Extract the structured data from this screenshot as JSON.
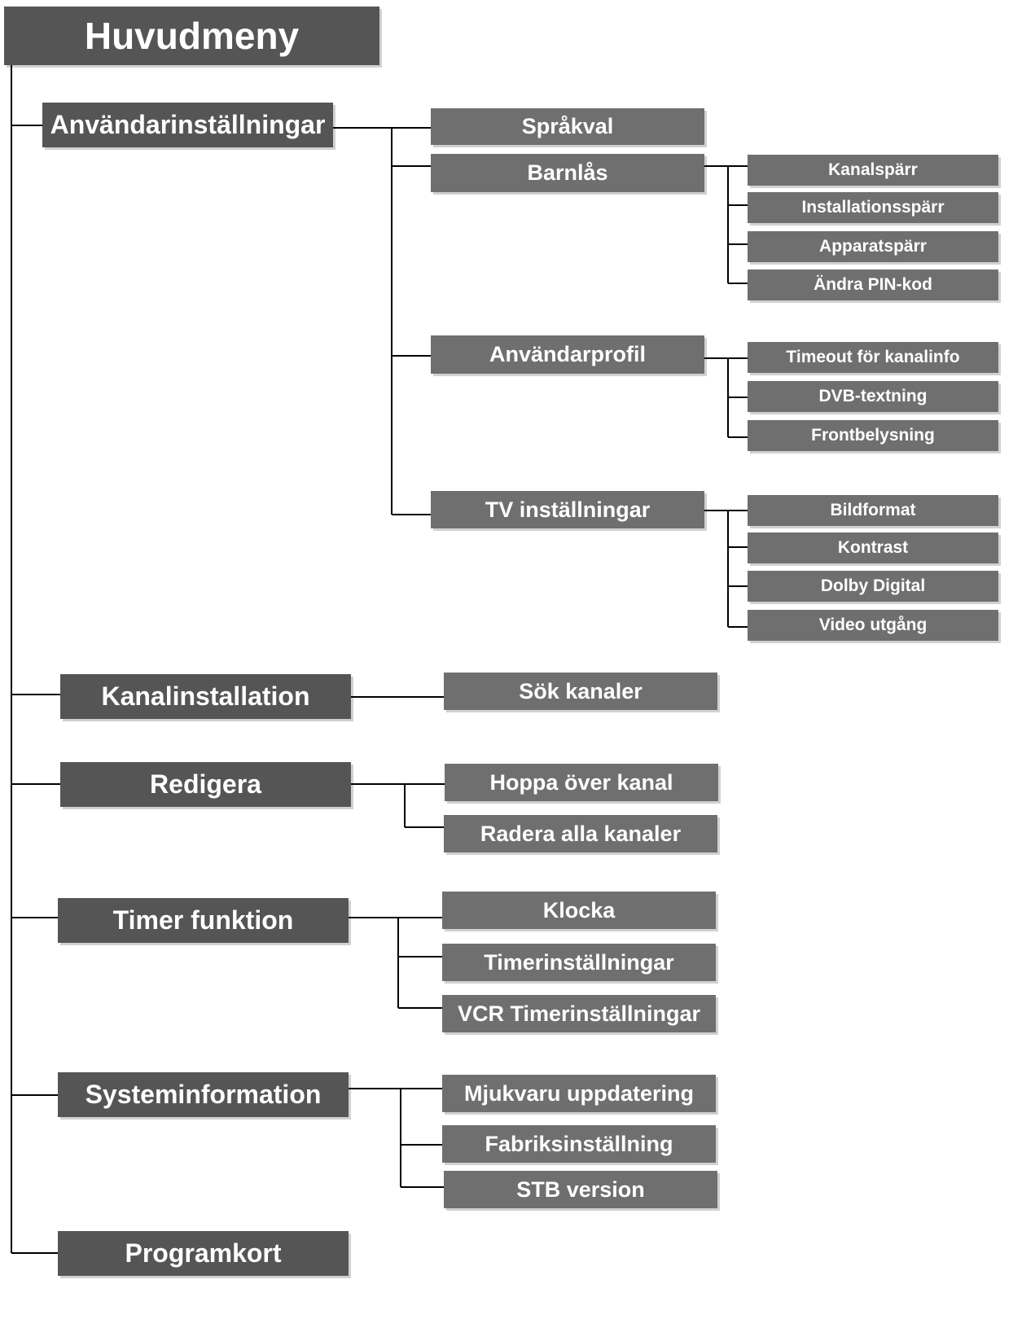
{
  "colors": {
    "node_dark": "#555555",
    "node_light": "#6f6f6f",
    "line": "#000000",
    "background": "#ffffff"
  },
  "diagram": {
    "root": "Huvudmeny",
    "sections": [
      {
        "label": "Användarinställningar",
        "children": [
          {
            "label": "Språkval",
            "children": []
          },
          {
            "label": "Barnlås",
            "children": [
              "Kanalspärr",
              "Installationsspärr",
              "Apparatspärr",
              "Ändra PIN-kod"
            ]
          },
          {
            "label": "Användarprofil",
            "children": [
              "Timeout för kanalinfo",
              "DVB-textning",
              "Frontbelysning"
            ]
          },
          {
            "label": "TV inställningar",
            "children": [
              "Bildformat",
              "Kontrast",
              "Dolby Digital",
              "Video utgång"
            ]
          }
        ]
      },
      {
        "label": "Kanalinstallation",
        "children": [
          {
            "label": "Sök kanaler",
            "children": []
          }
        ]
      },
      {
        "label": "Redigera",
        "children": [
          {
            "label": "Hoppa över kanal",
            "children": []
          },
          {
            "label": "Radera alla kanaler",
            "children": []
          }
        ]
      },
      {
        "label": "Timer funktion",
        "children": [
          {
            "label": "Klocka",
            "children": []
          },
          {
            "label": "Timerinställningar",
            "children": []
          },
          {
            "label": "VCR Timerinställningar",
            "children": []
          }
        ]
      },
      {
        "label": "Systeminformation",
        "children": [
          {
            "label": "Mjukvaru uppdatering",
            "children": []
          },
          {
            "label": "Fabriksinställning",
            "children": []
          },
          {
            "label": "STB version",
            "children": []
          }
        ]
      },
      {
        "label": "Programkort",
        "children": []
      }
    ]
  }
}
